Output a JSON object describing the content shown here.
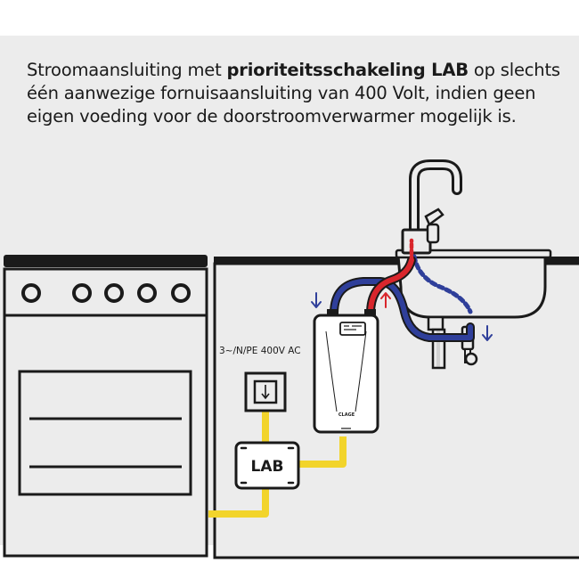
{
  "caption": {
    "part1": "Stroomaansluiting met ",
    "bold": "prioriteitsschakeling LAB",
    "part2": " op slechts één aanwezige fornuisaansluiting van 400 Volt, indien geen eigen voeding voor de doorstroomverwarmer mogelijk is."
  },
  "labels": {
    "power_spec": "3~/N/PE 400V AC",
    "lab": "LAB",
    "brand": "CLAGE"
  },
  "colors": {
    "background": "#ececec",
    "outline": "#1a1a1a",
    "power_cable": "#f2d42b",
    "hot_water": "#d9262c",
    "cold_water": "#2f3f9a"
  }
}
